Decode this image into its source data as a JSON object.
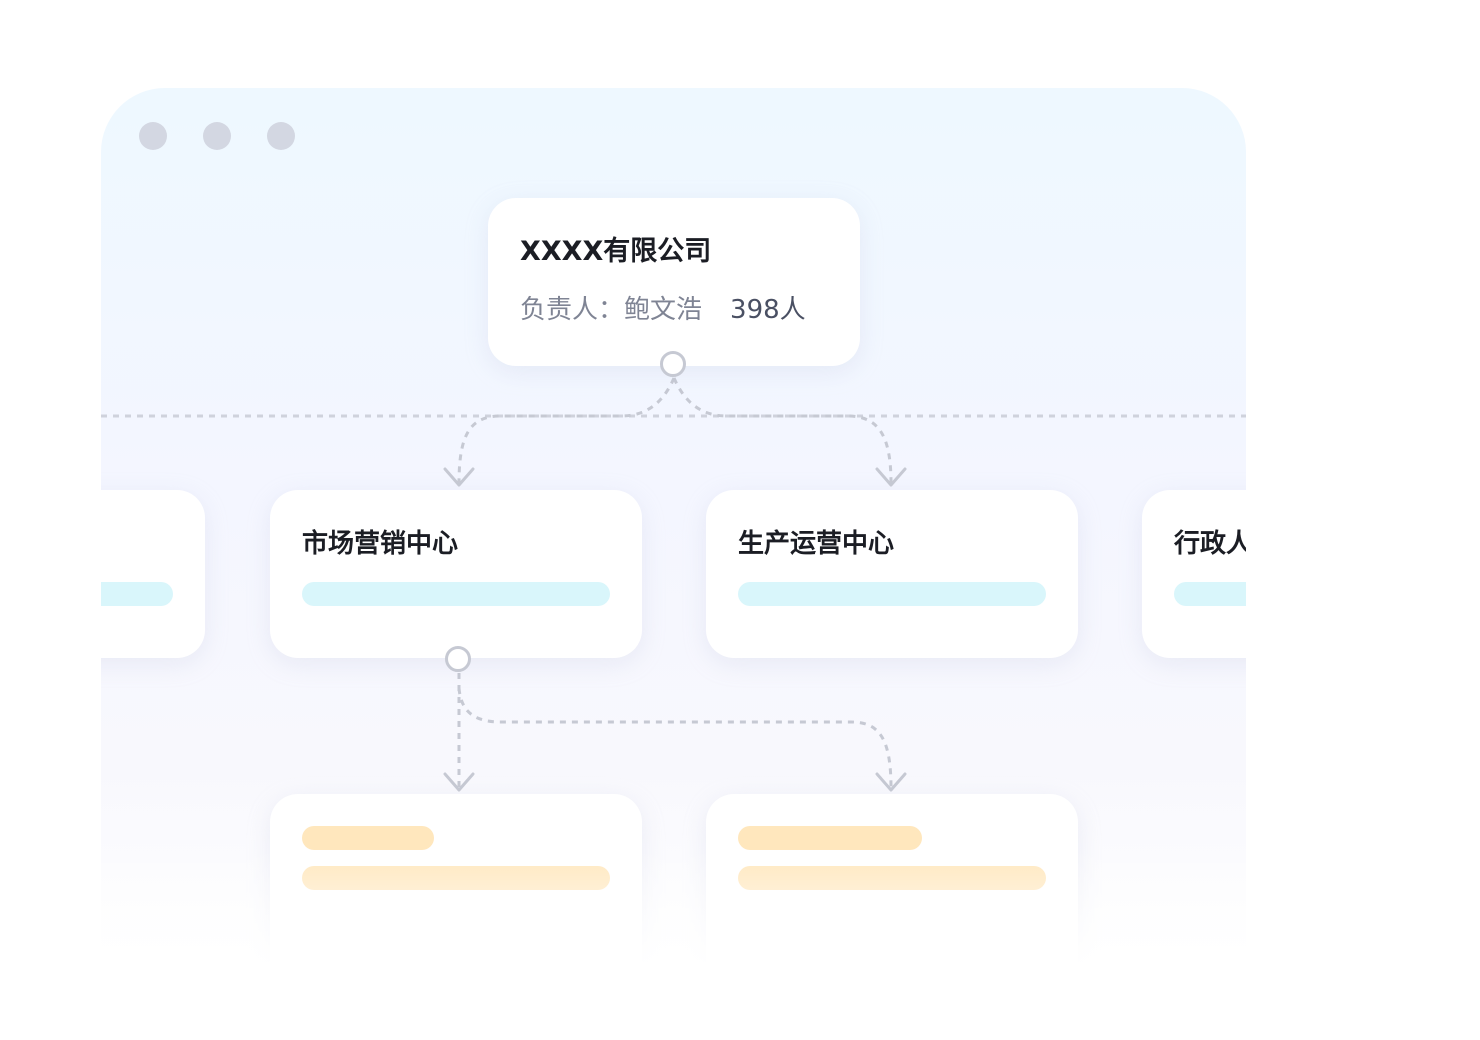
{
  "window": {
    "control_dots": [
      "dot-1",
      "dot-2",
      "dot-3"
    ]
  },
  "org": {
    "root": {
      "name": "XXXX有限公司",
      "manager_label": "负责人：",
      "manager_name": "鲍文浩",
      "headcount": "398人"
    },
    "departments": [
      {
        "name": ""
      },
      {
        "name": "市场营销中心"
      },
      {
        "name": "生产运营中心"
      },
      {
        "name": "行政人"
      }
    ]
  },
  "colors": {
    "placeholder_bar_cyan": "#d9f6fb",
    "placeholder_bar_orange": "#ffe7bd",
    "connector_gray": "#c6c9d3",
    "window_dot": "#d3d7e2"
  }
}
